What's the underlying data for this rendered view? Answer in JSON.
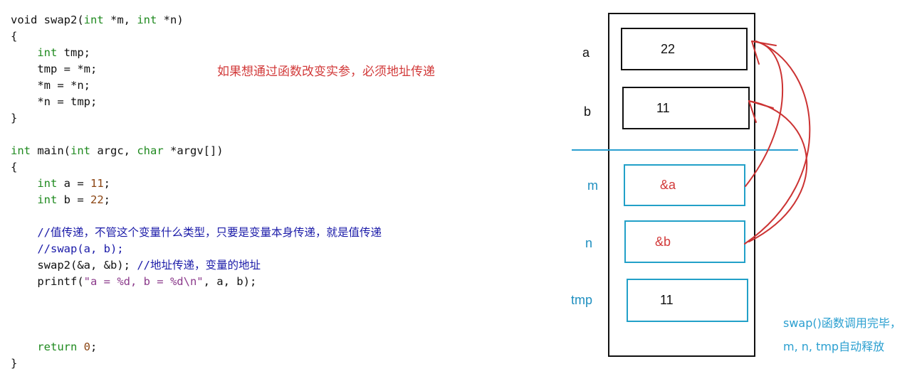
{
  "code_lines": [
    [
      {
        "t": "void swap2(",
        "c": ""
      },
      {
        "t": "int",
        "c": "k"
      },
      {
        "t": " *m, ",
        "c": ""
      },
      {
        "t": "int",
        "c": "k"
      },
      {
        "t": " *n)",
        "c": ""
      }
    ],
    [
      {
        "t": "{",
        "c": ""
      }
    ],
    [
      {
        "t": "    ",
        "c": ""
      },
      {
        "t": "int",
        "c": "k"
      },
      {
        "t": " tmp;",
        "c": ""
      }
    ],
    [
      {
        "t": "    tmp = *m;",
        "c": ""
      }
    ],
    [
      {
        "t": "    *m = *n;",
        "c": ""
      }
    ],
    [
      {
        "t": "    *n = tmp;",
        "c": ""
      }
    ],
    [
      {
        "t": "}",
        "c": ""
      }
    ],
    [
      {
        "t": "",
        "c": ""
      }
    ],
    [
      {
        "t": "int",
        "c": "k"
      },
      {
        "t": " main(",
        "c": ""
      },
      {
        "t": "int",
        "c": "k"
      },
      {
        "t": " argc, ",
        "c": ""
      },
      {
        "t": "char",
        "c": "k"
      },
      {
        "t": " *argv[])",
        "c": ""
      }
    ],
    [
      {
        "t": "{",
        "c": ""
      }
    ],
    [
      {
        "t": "    ",
        "c": ""
      },
      {
        "t": "int",
        "c": "k"
      },
      {
        "t": " a = ",
        "c": ""
      },
      {
        "t": "11",
        "c": "num"
      },
      {
        "t": ";",
        "c": ""
      }
    ],
    [
      {
        "t": "    ",
        "c": ""
      },
      {
        "t": "int",
        "c": "k"
      },
      {
        "t": " b = ",
        "c": ""
      },
      {
        "t": "22",
        "c": "num"
      },
      {
        "t": ";",
        "c": ""
      }
    ],
    [
      {
        "t": "",
        "c": ""
      }
    ],
    [
      {
        "t": "    ",
        "c": ""
      },
      {
        "t": "//值传递，不管这个变量什么类型，只要是变量本身传递，就是值传递",
        "c": "cm"
      }
    ],
    [
      {
        "t": "    ",
        "c": ""
      },
      {
        "t": "//swap(a, b);",
        "c": "cm"
      }
    ],
    [
      {
        "t": "    swap2(&a, &b); ",
        "c": ""
      },
      {
        "t": "//地址传递，变量的地址",
        "c": "cm"
      }
    ],
    [
      {
        "t": "    printf(",
        "c": ""
      },
      {
        "t": "\"a = %d, b = %d\\n\"",
        "c": "str"
      },
      {
        "t": ", a, b);",
        "c": ""
      }
    ],
    [
      {
        "t": "",
        "c": ""
      }
    ],
    [
      {
        "t": "",
        "c": ""
      }
    ],
    [
      {
        "t": "",
        "c": ""
      }
    ],
    [
      {
        "t": "    ",
        "c": ""
      },
      {
        "t": "return",
        "c": "k"
      },
      {
        "t": " ",
        "c": ""
      },
      {
        "t": "0",
        "c": "num"
      },
      {
        "t": ";",
        "c": ""
      }
    ],
    [
      {
        "t": "}",
        "c": ""
      }
    ]
  ],
  "note_red": "如果想通过函数改变实参，必须地址传递",
  "stack": {
    "a": {
      "label": "a",
      "value": "22"
    },
    "b": {
      "label": "b",
      "value": "11"
    },
    "m": {
      "label": "m",
      "value": "&a"
    },
    "n": {
      "label": "n",
      "value": "&b"
    },
    "tmp": {
      "label": "tmp",
      "value": "11"
    }
  },
  "note_cyan_line1": "swap()函数调用完毕，",
  "note_cyan_line2": "m, n, tmp自动释放",
  "colors": {
    "keyword": "#1f8a1f",
    "number": "#8b4513",
    "comment": "#1a1aa8",
    "red": "#d23a3a",
    "cyan": "#2a9fd0"
  }
}
